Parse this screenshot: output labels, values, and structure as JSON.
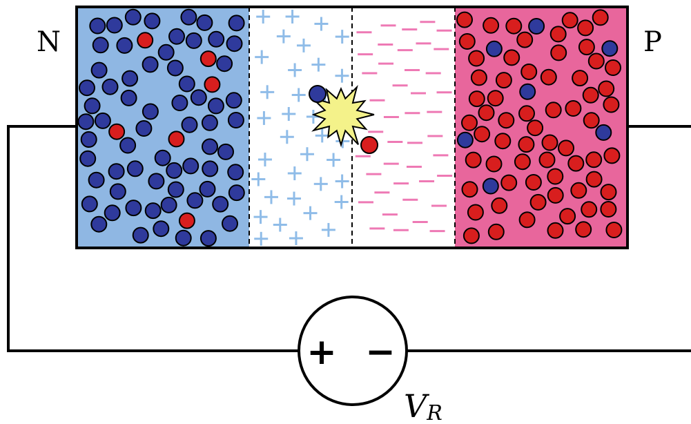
{
  "labels": {
    "n_region": "N",
    "p_region": "P",
    "source_plus": "+",
    "source_minus": "−",
    "voltage_symbol": "V",
    "voltage_subscript": "R"
  },
  "colors": {
    "n_region_fill": "#8fb7e3",
    "p_region_fill": "#e8669c",
    "depletion_fill": "#ffffff",
    "electron_fill": "#2f3a9c",
    "hole_fill": "#d81e1e",
    "positive_ion": "#8fbce8",
    "negative_ion": "#ee79b4",
    "collision_fill": "#f4f28a",
    "outline": "#000000"
  },
  "icons": {
    "electron": "blue-circle",
    "hole": "red-circle",
    "positive_ion": "plus-sign",
    "negative_ion": "minus-sign",
    "collision": "starburst",
    "voltage_source": "circle-with-plus-minus"
  }
}
